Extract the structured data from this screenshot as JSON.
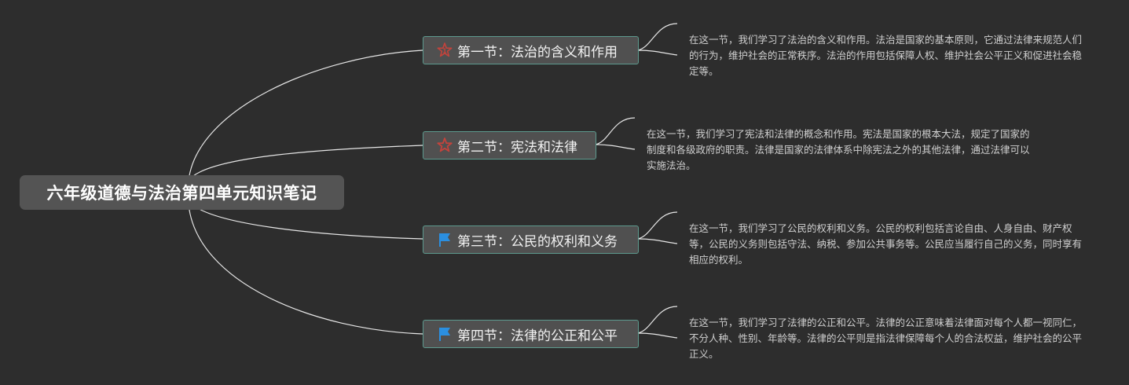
{
  "root": {
    "title": "六年级道德与法治第四单元知识笔记"
  },
  "colors": {
    "background": "#2d2d2d",
    "root": "#545454",
    "topic_border": "#5d9a8e",
    "line": "#e6e6e6"
  },
  "topics": [
    {
      "label": "第一节：法治的含义和作用",
      "icon": "priority-1-icon",
      "icon_color": "#c4433c",
      "note": "在这一节，我们学习了法治的含义和作用。法治是国家的基本原则，它通过法律来规范人们的行为，维护社会的正常秩序。法治的作用包括保障人权、维护社会公平正义和促进社会稳定等。"
    },
    {
      "label": "第二节：宪法和法律",
      "icon": "star-icon",
      "icon_color": "#c4433c",
      "note": "在这一节，我们学习了宪法和法律的概念和作用。宪法是国家的根本大法，规定了国家的制度和各级政府的职责。法律是国家的法律体系中除宪法之外的其他法律，通过法律可以实施法治。"
    },
    {
      "label": "第三节：公民的权利和义务",
      "icon": "flag-icon",
      "icon_color": "#2b8fe0",
      "note": "在这一节，我们学习了公民的权利和义务。公民的权利包括言论自由、人身自由、财产权等，公民的义务则包括守法、纳税、参加公共事务等。公民应当履行自己的义务，同时享有相应的权利。"
    },
    {
      "label": "第四节：法律的公正和公平",
      "icon": "flag-icon",
      "icon_color": "#2b8fe0",
      "note": "在这一节，我们学习了法律的公正和公平。法律的公正意味着法律面对每个人都一视同仁，不分人种、性别、年龄等。法律的公平则是指法律保障每个人的合法权益，维护社会的公平正义。"
    }
  ]
}
